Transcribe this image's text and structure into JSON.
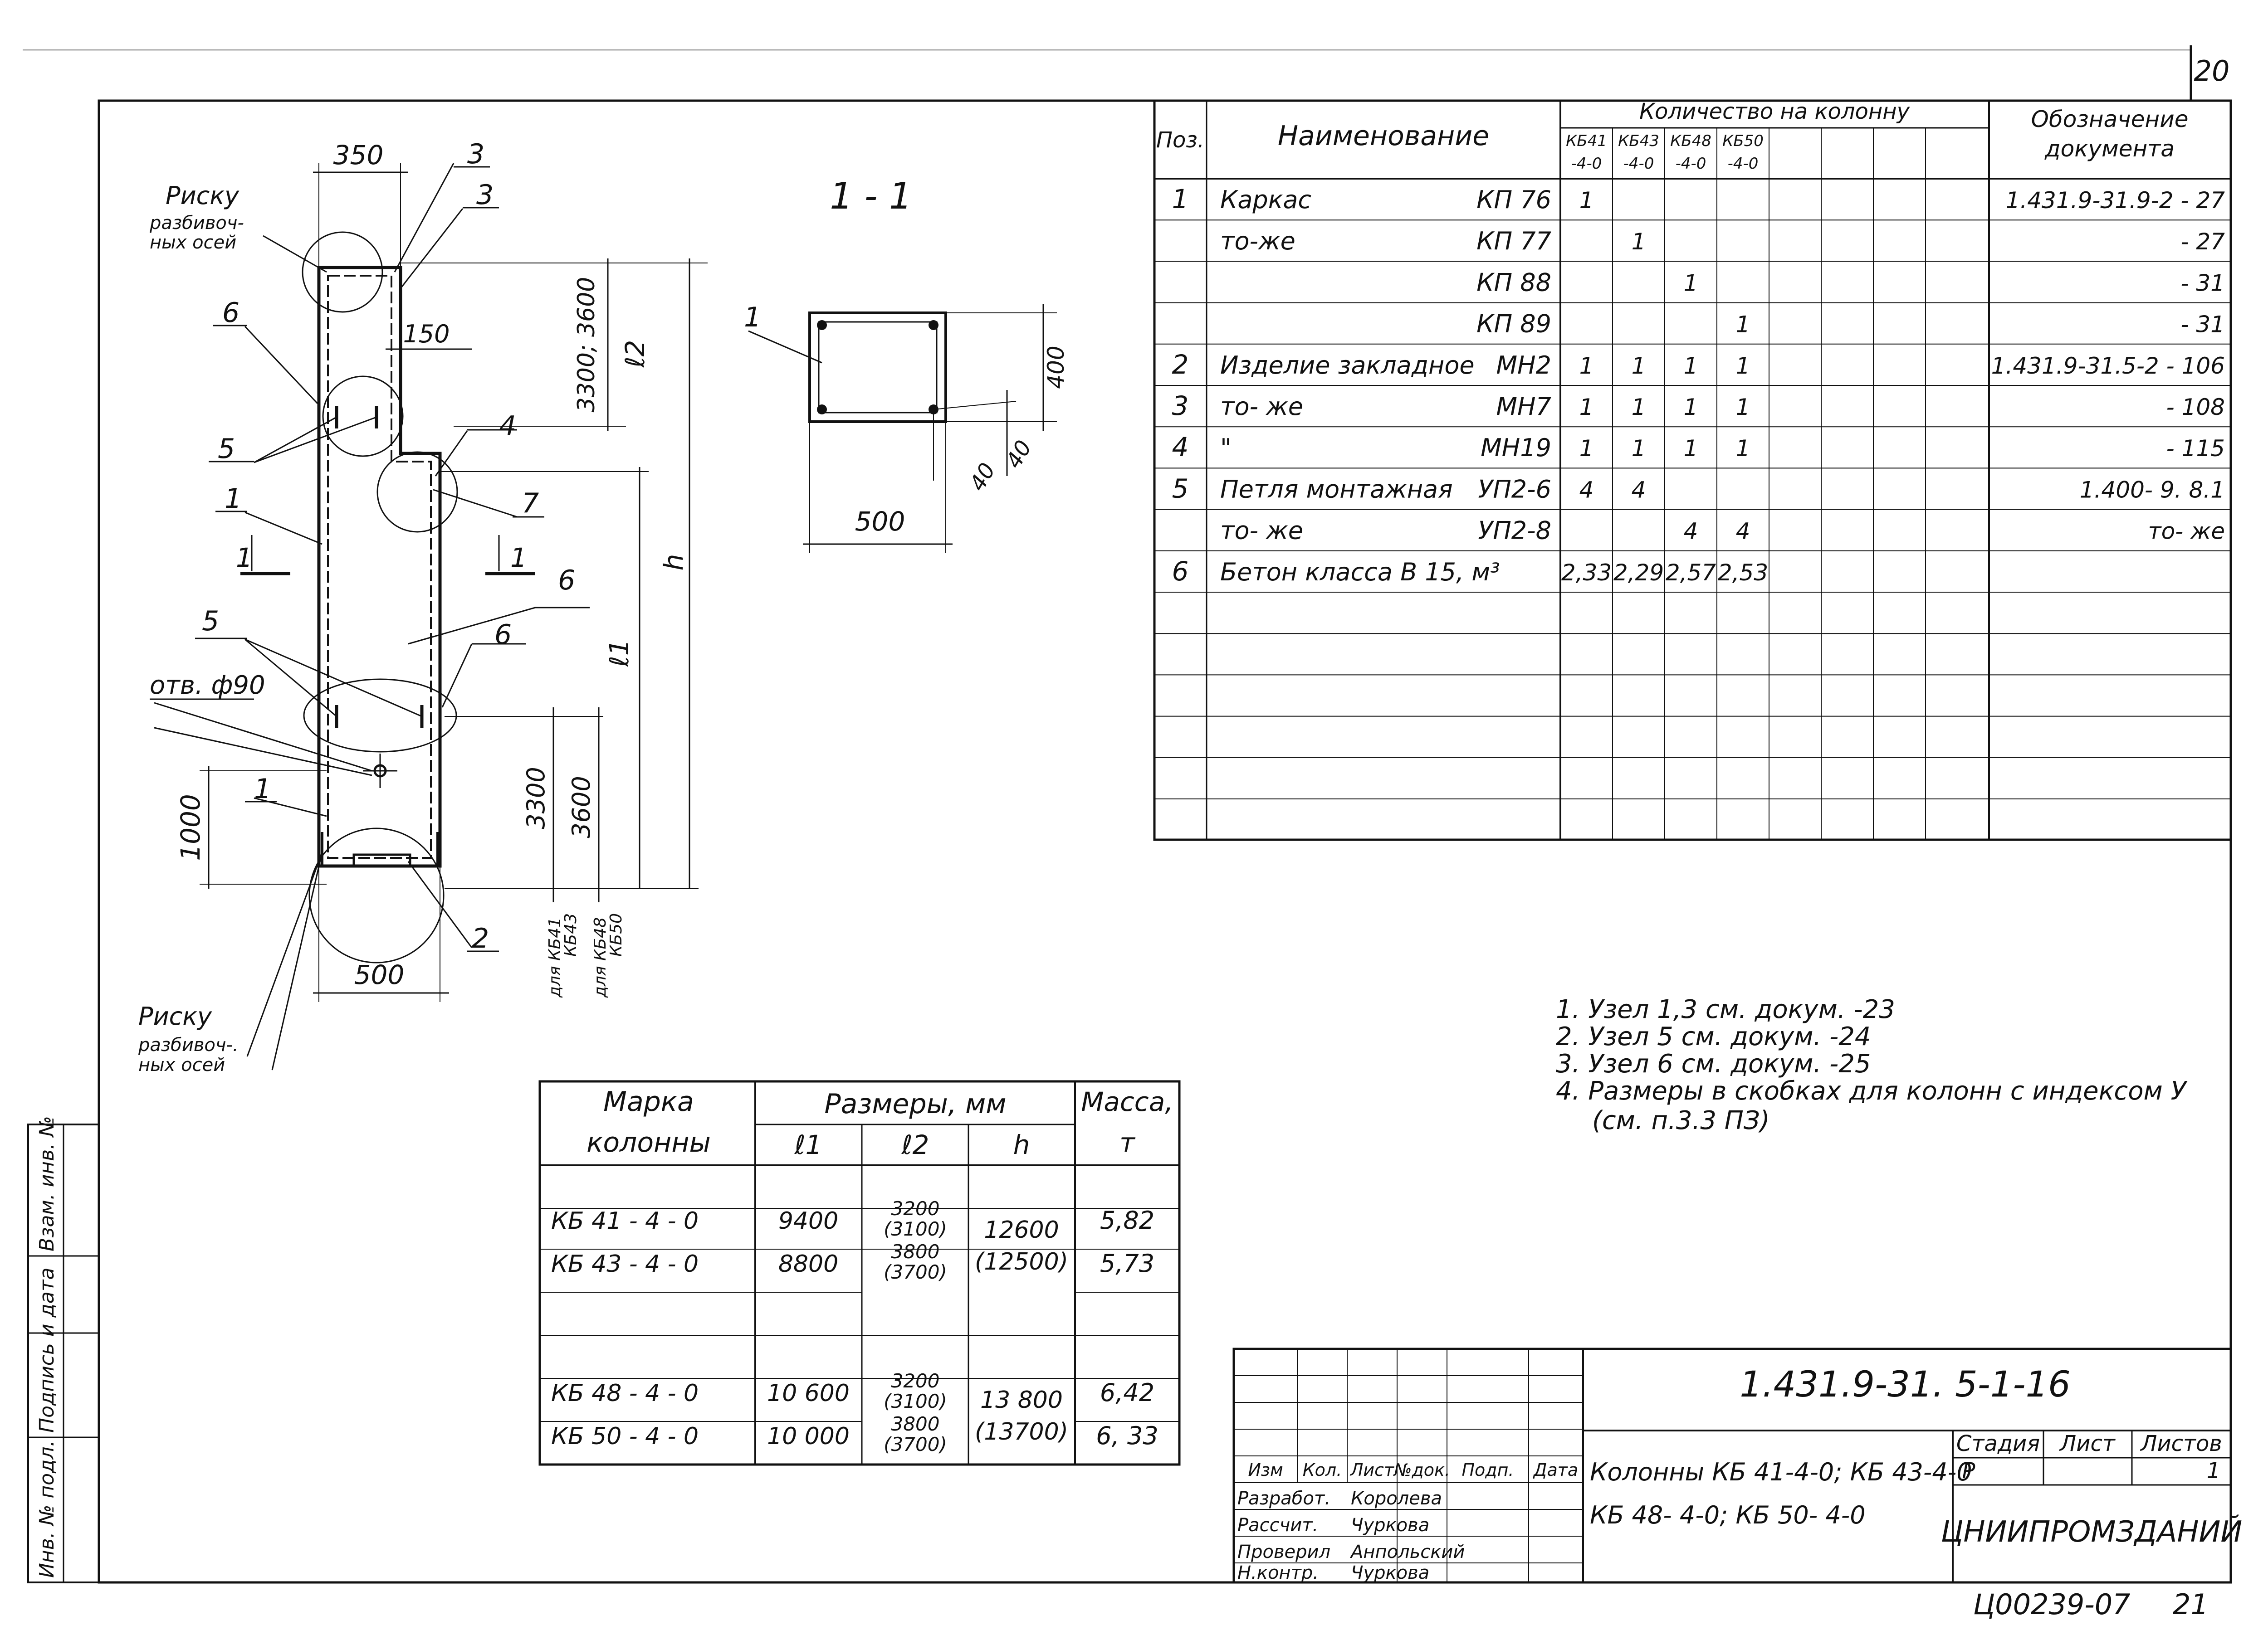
{
  "sheet": {
    "number": "20",
    "footer_code": "Ц00239-07",
    "footer_page": "21"
  },
  "drawing": {
    "section_label": "1 - 1",
    "dim_350": "350",
    "dim_150": "150",
    "dim_500_bottom": "500",
    "dim_500_section": "500",
    "dim_400": "400",
    "dim_40a": "40",
    "dim_40b": "40",
    "dim_1000": "1000",
    "dim_3300_3600_top": "3300; 3600",
    "l2": "ℓ2",
    "h": "h",
    "l1": "ℓ1",
    "dim_3300": "3300",
    "dim_3600": "3600",
    "col_label_1": "для КБ41",
    "col_label_2": "КБ43",
    "col_label_3": "для КБ48",
    "col_label_4": "КБ50",
    "risku_top_1": "Риску",
    "risku_top_2": "разбивоч-",
    "risku_top_3": "ных осей",
    "risku_bot_1": "Риску",
    "risku_bot_2": "разбивоч-.",
    "risku_bot_3": "ных осей",
    "otv": "отв. ф90",
    "sec_mark_left": "1",
    "sec_mark_right": "1",
    "callouts": {
      "c3a": "3",
      "c3b": "3",
      "c6a": "6",
      "c5a": "5",
      "c1a": "1",
      "c4": "4",
      "c7": "7",
      "c6b": "6",
      "c5b": "5",
      "c6c": "6",
      "c1b": "1",
      "c2": "2",
      "c1c": "1"
    }
  },
  "spec": {
    "head_pos": "Поз.",
    "head_name": "Наименование",
    "head_qty": "Количество на колонну",
    "head_doc_1": "Обозначение",
    "head_doc_2": "документа",
    "columns": [
      {
        "top": "КБ41",
        "bot": "-4-0"
      },
      {
        "top": "КБ43",
        "bot": "-4-0"
      },
      {
        "top": "КБ48",
        "bot": "-4-0"
      },
      {
        "top": "КБ50",
        "bot": "-4-0"
      }
    ],
    "rows": [
      {
        "pos": "1",
        "name": "Каркас",
        "mark": "КП 76",
        "q": [
          "1",
          "",
          "",
          ""
        ],
        "doc": "1.431.9-31.9-2 - 27"
      },
      {
        "pos": "",
        "name": "то-же",
        "mark": "КП 77",
        "q": [
          "",
          "1",
          "",
          ""
        ],
        "doc": "- 27"
      },
      {
        "pos": "",
        "name": "",
        "mark": "КП 88",
        "q": [
          "",
          "",
          "1",
          ""
        ],
        "doc": "- 31"
      },
      {
        "pos": "",
        "name": "",
        "mark": "КП 89",
        "q": [
          "",
          "",
          "",
          "1"
        ],
        "doc": "- 31"
      },
      {
        "pos": "2",
        "name": "Изделие закладное",
        "mark": "МН2",
        "q": [
          "1",
          "1",
          "1",
          "1"
        ],
        "doc": "1.431.9-31.5-2 - 106"
      },
      {
        "pos": "3",
        "name": "то- же",
        "mark": "МН7",
        "q": [
          "1",
          "1",
          "1",
          "1"
        ],
        "doc": "- 108"
      },
      {
        "pos": "4",
        "name": "\"",
        "mark": "МН19",
        "q": [
          "1",
          "1",
          "1",
          "1"
        ],
        "doc": "- 115"
      },
      {
        "pos": "5",
        "name": "Петля монтажная",
        "mark": "УП2-6",
        "q": [
          "4",
          "4",
          "",
          ""
        ],
        "doc": "1.400- 9. 8.1"
      },
      {
        "pos": "",
        "name": "то- же",
        "mark": "УП2-8",
        "q": [
          "",
          "",
          "4",
          "4"
        ],
        "doc": "то- же"
      },
      {
        "pos": "6",
        "name": "Бетон класса В 15, м³",
        "mark": "",
        "q": [
          "2,33",
          "2,29",
          "2,57",
          "2,53"
        ],
        "doc": ""
      }
    ]
  },
  "notes": [
    "1. Узел 1,3 см. докум. -23",
    "2. Узел 5 см. докум. -24",
    "3. Узел 6 см. докум. -25",
    "4. Размеры в скобках для колонн с индексом У",
    "(см. п.3.3 ПЗ)"
  ],
  "sizes": {
    "head_mark_1": "Марка",
    "head_mark_2": "колонны",
    "head_sizes": "Размеры, мм",
    "head_mass_1": "Масса,",
    "head_mass_2": "т",
    "head_l1": "ℓ1",
    "head_l2": "ℓ2",
    "head_h": "h",
    "rows": [
      {
        "mark": "КБ 41 - 4 - 0",
        "l1": "9400",
        "l2a": "3200",
        "l2b": "(3100)",
        "mass": "5,82"
      },
      {
        "mark": "КБ 43 - 4 - 0",
        "l1": "8800",
        "l2a": "3800",
        "l2b": "(3700)",
        "mass": "5,73"
      },
      {
        "mark": "КБ 48 - 4 - 0",
        "l1": "10 600",
        "l2a": "3200",
        "l2b": "(3100)",
        "mass": "6,42"
      },
      {
        "mark": "КБ 50 - 4 - 0",
        "l1": "10 000",
        "l2a": "3800",
        "l2b": "(3700)",
        "mass": "6, 33"
      }
    ],
    "h_a1": "12600",
    "h_a2": "(12500)",
    "h_b1": "13 800",
    "h_b2": "(13700)"
  },
  "title_block": {
    "doc_code": "1.431.9-31. 5-1-16",
    "title_1": "Колонны КБ 41-4-0; КБ 43-4-0",
    "title_2": "КБ 48- 4-0; КБ 50- 4-0",
    "org": "ЦНИИПРОМЗДАНИЙ",
    "stage_label": "Стадия",
    "sheet_label": "Лист",
    "sheets_label": "Листов",
    "stage_val": "Р",
    "sheets_val": "1",
    "head_cols": [
      "Изм",
      "Кол.",
      "Лист",
      "№док.",
      "Подп.",
      "Дата"
    ],
    "roles": [
      {
        "role": "Разработ.",
        "name": "Королева"
      },
      {
        "role": "Рассчит.",
        "name": "Чуркова"
      },
      {
        "role": "Проверил",
        "name": "Анпольский"
      },
      {
        "role": "Н.контр.",
        "name": "Чуркова"
      }
    ]
  },
  "side_stamp": {
    "f1": "Инв. № подл.",
    "f2": "Подпись и дата",
    "f3": "Взам. инв. №"
  }
}
